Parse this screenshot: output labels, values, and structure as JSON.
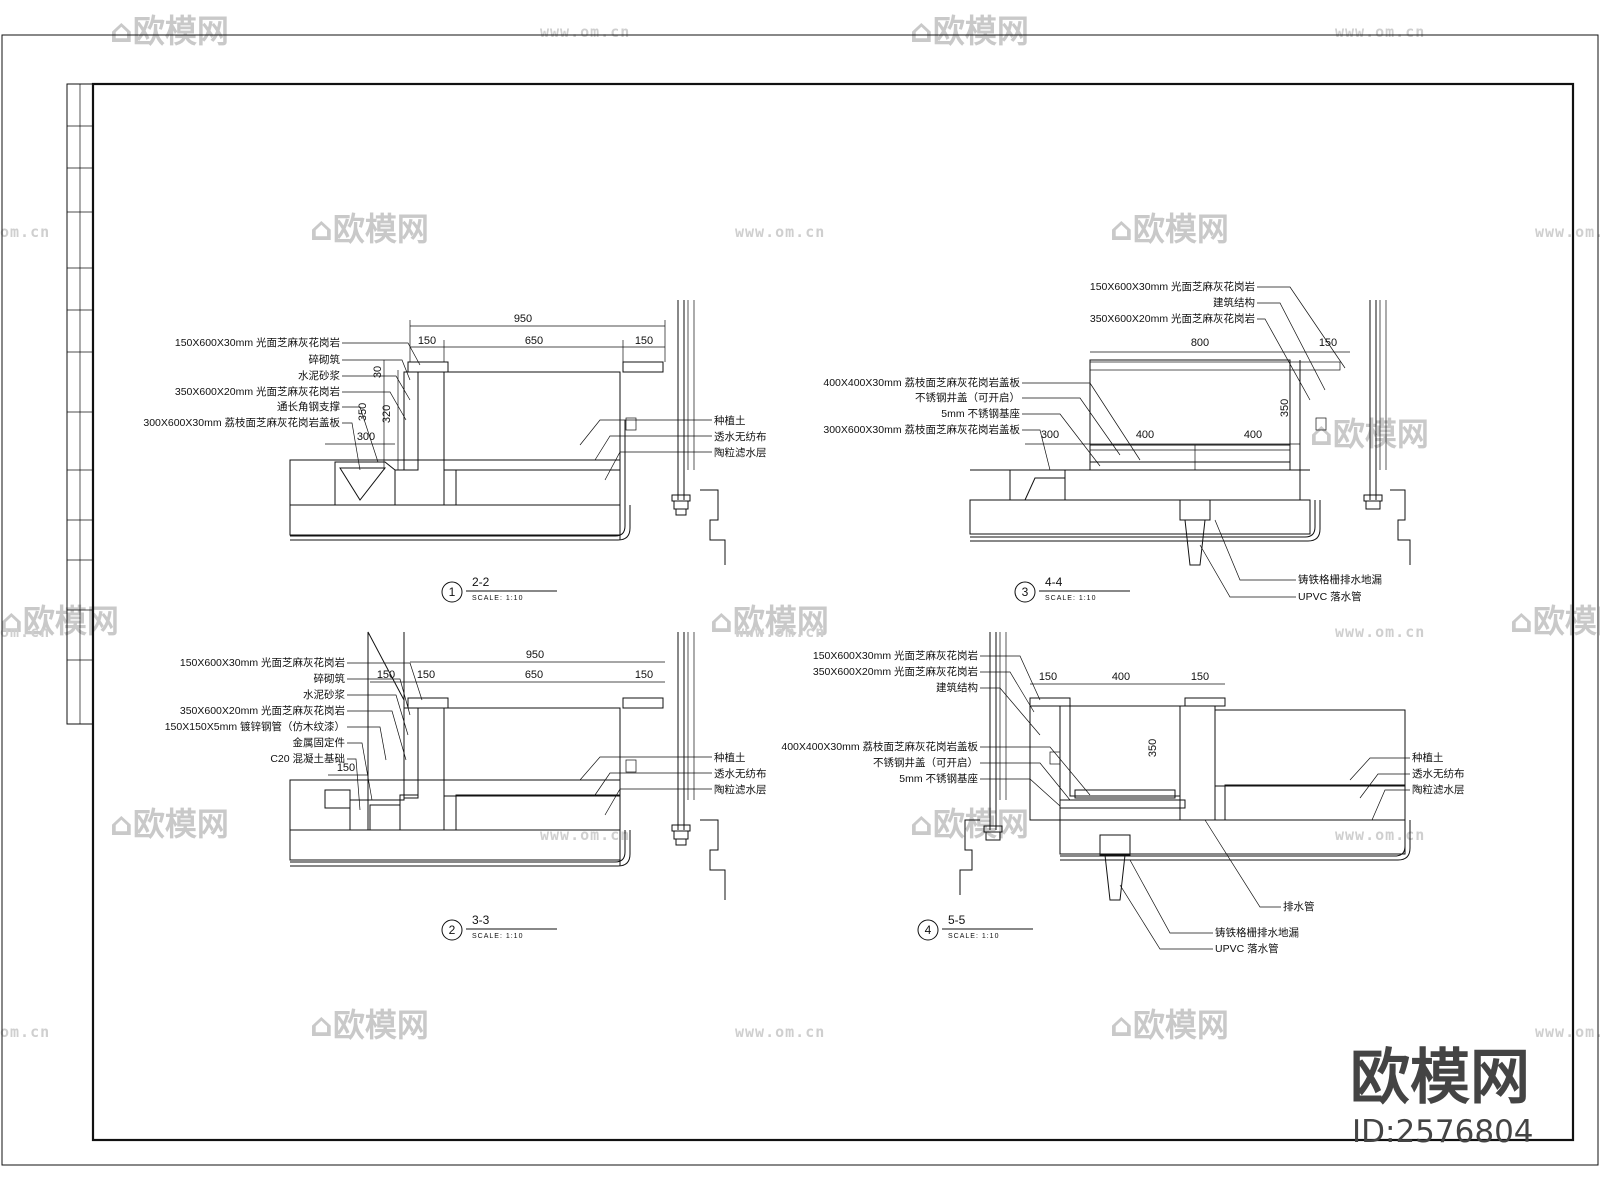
{
  "watermark": {
    "text": "欧模网",
    "url": "www.om.cn",
    "url_short": "om.cn",
    "brand": "欧模网",
    "id_text": "ID:2576804"
  },
  "scale_text": "SCALE: 1:10",
  "sections": [
    {
      "index": "1",
      "title": "2-2",
      "dims": {
        "total": "950",
        "left": "150",
        "mid": "650",
        "right": "150",
        "h1": "30",
        "h2": "350",
        "h3": "320",
        "w1": "300"
      },
      "left_labels": [
        "150X600X30mm 光面芝麻灰花岗岩",
        "碎砌筑",
        "水泥砂浆",
        "350X600X20mm 光面芝麻灰花岗岩",
        "通长角钢支撑",
        "300X600X30mm 荔枝面芝麻灰花岗岩盖板"
      ],
      "right_labels": [
        "种植土",
        "透水无纺布",
        "陶粒滤水层"
      ]
    },
    {
      "index": "2",
      "title": "3-3",
      "dims": {
        "total": "950",
        "left": "150",
        "mid": "650",
        "right": "150",
        "wall": "150",
        "base": "150"
      },
      "left_labels": [
        "150X600X30mm 光面芝麻灰花岗岩",
        "碎砌筑",
        "水泥砂浆",
        "350X600X20mm 光面芝麻灰花岗岩",
        "150X150X5mm 镀锌钢管（仿木纹漆）",
        "金属固定件",
        "C20 混凝土基础"
      ],
      "right_labels": [
        "种植土",
        "透水无纺布",
        "陶粒滤水层"
      ]
    },
    {
      "index": "3",
      "title": "4-4",
      "dims": {
        "top": "800",
        "right": "150",
        "a": "300",
        "b": "400",
        "c": "400",
        "h": "350"
      },
      "left_labels": [
        "400X400X30mm 荔枝面芝麻灰花岗岩盖板",
        "不锈钢井盖（可开启）",
        "5mm 不锈钢基座",
        "300X600X30mm 荔枝面芝麻灰花岗岩盖板"
      ],
      "top_labels": [
        "150X600X30mm 光面芝麻灰花岗岩",
        "建筑结构",
        "350X600X20mm 光面芝麻灰花岗岩"
      ],
      "bottom_labels": [
        "铸铁格栅排水地漏",
        "UPVC 落水管"
      ]
    },
    {
      "index": "4",
      "title": "5-5",
      "dims": {
        "left": "150",
        "mid": "400",
        "right": "150",
        "h": "350"
      },
      "left_labels": [
        "150X600X30mm 光面芝麻灰花岗岩",
        "350X600X20mm 光面芝麻灰花岗岩",
        "建筑结构",
        "400X400X30mm 荔枝面芝麻灰花岗岩盖板",
        "不锈钢井盖（可开启）",
        "5mm 不锈钢基座"
      ],
      "right_labels": [
        "种植土",
        "透水无纺布",
        "陶粒滤水层"
      ],
      "bottom_labels": [
        "排水管",
        "铸铁格栅排水地漏",
        "UPVC 落水管"
      ]
    }
  ]
}
